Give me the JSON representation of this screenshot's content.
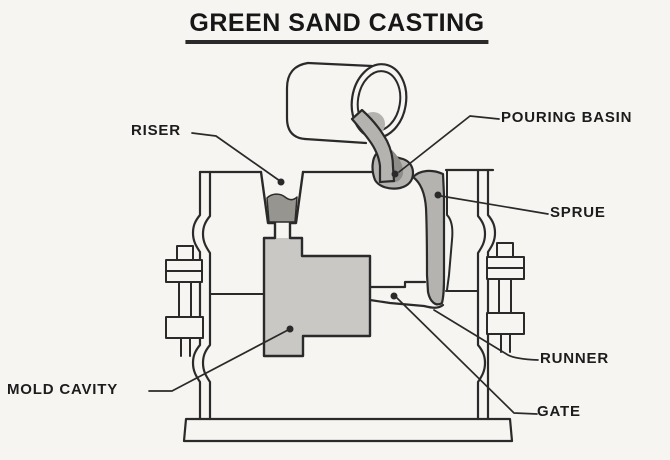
{
  "title": "GREEN SAND CASTING",
  "diagram": {
    "type": "labeled_cross_section",
    "subject": "Green sand casting mold cross-section with ladle pouring molten metal",
    "callouts": {
      "riser": "RISER",
      "pouring_basin": "POURING BASIN",
      "sprue": "SPRUE",
      "runner": "RUNNER",
      "gate": "GATE",
      "mold_cavity": "MOLD CAVITY"
    },
    "colors": {
      "background": "#f6f5f2",
      "line": "#2a2a2a",
      "molten_metal": "#b4b3b0",
      "molten_metal_dark": "#8e8d8a",
      "cavity_fill": "#c9c8c5",
      "riser_fill": "#97958f"
    }
  }
}
